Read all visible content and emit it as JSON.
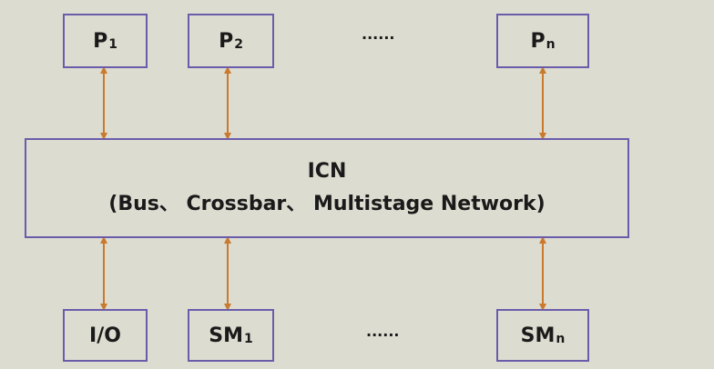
{
  "processors": [
    {
      "base": "P",
      "sub": "1"
    },
    {
      "base": "P",
      "sub": "2"
    },
    {
      "base": "P",
      "sub": "n"
    }
  ],
  "top_ellipsis": "......",
  "icn": {
    "title": "ICN",
    "subtitle": "(Bus、 Crossbar、 Multistage Network)"
  },
  "bottom": [
    {
      "base": "I/O",
      "sub": ""
    },
    {
      "base": "SM",
      "sub": "1"
    },
    {
      "base": "SM",
      "sub": "n"
    }
  ],
  "bottom_ellipsis": "......",
  "colors": {
    "border": "#6b5cab",
    "arrow": "#c97a2c",
    "background": "#dddcd0"
  }
}
